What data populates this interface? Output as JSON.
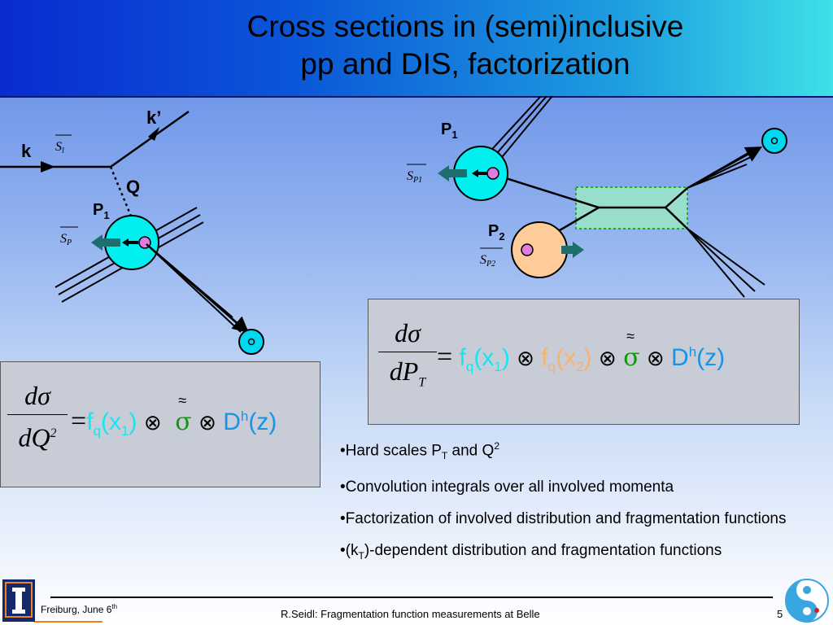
{
  "slide": {
    "title_line1": "Cross sections in (semi)inclusive",
    "title_line2": "pp and DIS, factorization"
  },
  "diagram_dis": {
    "k": "k",
    "k_prime": "k’",
    "q": "Q",
    "p1": "P",
    "p1_sub": "1",
    "s_l": "S",
    "s_l_sub": "l",
    "s_p": "S",
    "s_p_sub": "P"
  },
  "diagram_pp": {
    "p1": "P",
    "p1_sub": "1",
    "p2": "P",
    "p2_sub": "2",
    "s_p1": "S",
    "s_p1_sub": "P1",
    "s_p2": "S",
    "s_p2_sub": "P2"
  },
  "formula_dis": {
    "num": "dσ",
    "den_main": "dQ",
    "den_sup": "2",
    "eq": "=",
    "f": "f",
    "f_sub": "q",
    "arg_open": "(x",
    "arg_sub": "1",
    "arg_close": ")",
    "otimes1": "⊗",
    "tilde": "≈",
    "sigma": "σ",
    "otimes2": "⊗",
    "d": "D",
    "d_sup": "h",
    "z": "(z)"
  },
  "formula_pp": {
    "num": "dσ",
    "den_main": "dP",
    "den_sub": "T",
    "eq": "=",
    "f1": "f",
    "f1_sub": "q",
    "arg1_open": "(x",
    "arg1_sub": "1",
    "arg1_close": ")",
    "otimes1": "⊗",
    "f2": "f",
    "f2_sub": "q",
    "arg2_open": "(x",
    "arg2_sub": "2",
    "arg2_close": ")",
    "otimes2": "⊗",
    "tilde": "≈",
    "sigma": "σ",
    "otimes3": "⊗",
    "d": "D",
    "d_sup": "h",
    "z": "(z)"
  },
  "bullets": {
    "b1_pre": "•Hard scales P",
    "b1_sub": "T",
    "b1_mid": " and Q",
    "b1_sup": "2",
    "b2": "•Convolution integrals over all involved momenta",
    "b3": "•Factorization of involved distribution and fragmentation functions",
    "b4_pre": "•(k",
    "b4_sub": "T",
    "b4_post": ")-dependent distribution and fragmentation functions"
  },
  "footer": {
    "left": "Freiburg, June 6",
    "left_sup": "th",
    "center": "R.Seidl: Fragmentation function measurements at Belle",
    "page": "5"
  },
  "colors": {
    "title_gradient_start": "#0a2bd0",
    "title_gradient_end": "#3fe0e8",
    "hadron_cyan": "#00f0f0",
    "hadron_orange": "#ffcc99",
    "spin_arrow": "#1f6e6e",
    "quark_violet": "#e07be0",
    "hard_box": "#99ddcc"
  },
  "icons": [
    "university-illinois-logo",
    "belle-logo"
  ]
}
